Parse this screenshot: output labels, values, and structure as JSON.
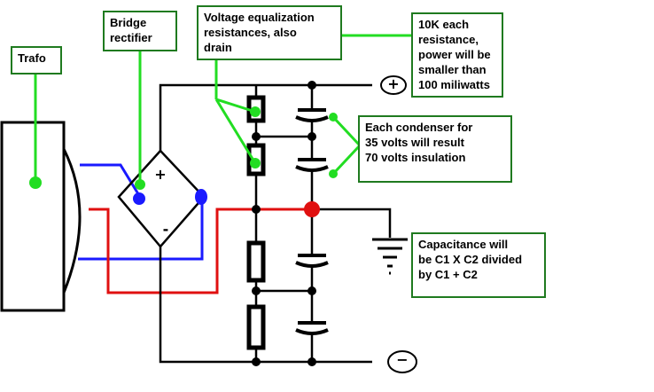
{
  "labels": {
    "trafo": "Trafo",
    "bridge": "Bridge\nrectifier",
    "resistances": "Voltage equalization\nresistances, also\ndrain",
    "resistance_value": "10K each\nresistance,\npower will be\nsmaller than\n100 miliwatts",
    "condenser": "Each condenser for\n35 volts will result\n70 volts insulation",
    "capacitance": "Capacitance will\nbe C1 X C2 divided\nby C1 + C2"
  },
  "bridge_marks": {
    "plus": "+",
    "minus": "-"
  },
  "terminals": {
    "positive": "+",
    "negative": "−"
  },
  "colors": {
    "wire": "#000000",
    "ac_wire_blue": "#1a1aff",
    "mid_wire_red": "#e01010",
    "callout": "#22dd22",
    "box_border": "#1f7a1f",
    "ac_dot_blue": "#1a1aff",
    "mid_dot_red": "#e01010"
  }
}
